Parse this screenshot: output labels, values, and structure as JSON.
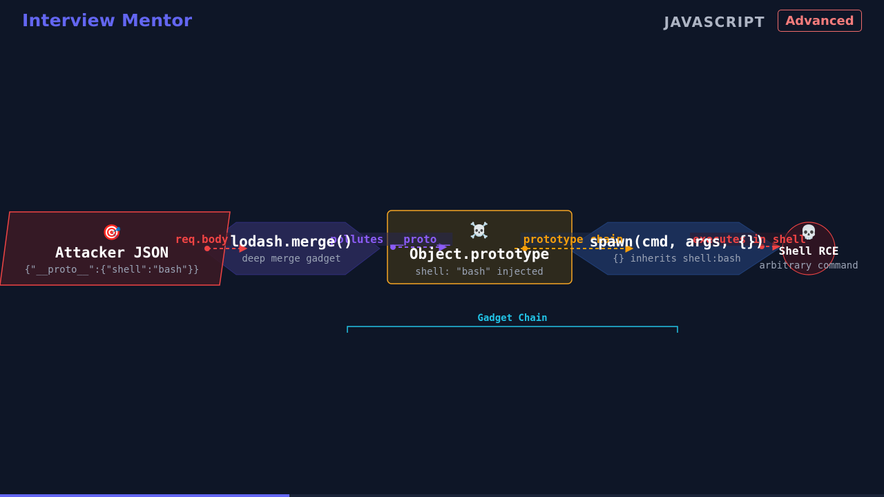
{
  "header": {
    "brand": "Interview Mentor",
    "language": "JAVASCRIPT",
    "level": "Advanced"
  },
  "diagram": {
    "nodes": [
      {
        "id": "attacker",
        "title": "Attacker JSON",
        "subtitle": "{\"__proto__\":{\"shell\":\"bash\"}}",
        "icon": "dart-target-icon",
        "color": "#ef4444"
      },
      {
        "id": "merge",
        "title": "lodash.merge()",
        "subtitle": "deep merge gadget",
        "color": "#6366f1"
      },
      {
        "id": "prototype",
        "title": "Object.prototype",
        "subtitle": "shell: \"bash\" injected",
        "icon": "skull-crossbones-icon",
        "color": "#f59e0b"
      },
      {
        "id": "spawn",
        "title": "spawn(cmd, args, {})",
        "subtitle": "{} inherits shell:bash",
        "color": "#3b82f6"
      },
      {
        "id": "rce",
        "title": "Shell RCE",
        "subtitle": "arbitrary command",
        "icon": "skull-icon",
        "color": "#ef4444"
      }
    ],
    "edges": [
      {
        "label": "req.body",
        "color": "#ef4444"
      },
      {
        "label": "pollutes __proto__",
        "color": "#8b5cf6"
      },
      {
        "label": "prototype chain",
        "color": "#f59e0b"
      },
      {
        "label": "executes in shell",
        "color": "#ef4444"
      }
    ],
    "group": {
      "label": "Gadget Chain",
      "color": "#22c3e6"
    }
  },
  "progress": {
    "fraction": 0.327
  }
}
